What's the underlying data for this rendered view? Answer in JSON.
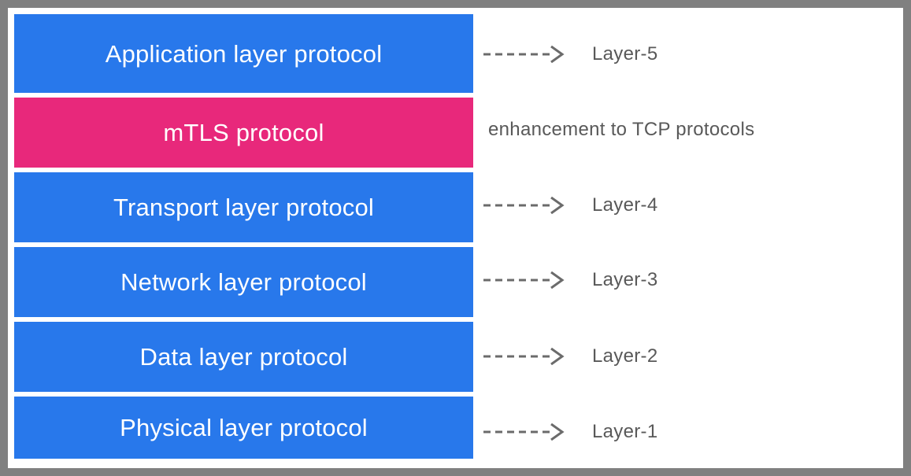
{
  "diagram": {
    "title": "Protocol stack with mTLS enhancement",
    "frame_color": "#808080",
    "background_color": "#ffffff",
    "layer_color": "#2878eb",
    "accent_color": "#e8287b",
    "annotation_color": "#595959",
    "layer_text_color": "#ffffff"
  },
  "stack": {
    "layers": [
      {
        "label": "Application layer protocol",
        "color": "#2878eb",
        "accent": false
      },
      {
        "label": "mTLS protocol",
        "color": "#e8287b",
        "accent": true
      },
      {
        "label": "Transport layer protocol",
        "color": "#2878eb",
        "accent": false
      },
      {
        "label": "Network layer protocol",
        "color": "#2878eb",
        "accent": false
      },
      {
        "label": "Data layer protocol",
        "color": "#2878eb",
        "accent": false
      },
      {
        "label": "Physical layer protocol",
        "color": "#2878eb",
        "accent": false
      }
    ]
  },
  "annotations": {
    "items": [
      {
        "label": "Layer-5",
        "icon": "dashed-arrow-right-icon",
        "has_arrow": true
      },
      {
        "label": "enhancement to TCP protocols",
        "icon": "",
        "has_arrow": false
      },
      {
        "label": "Layer-4",
        "icon": "dashed-arrow-right-icon",
        "has_arrow": true
      },
      {
        "label": "Layer-3",
        "icon": "dashed-arrow-right-icon",
        "has_arrow": true
      },
      {
        "label": "Layer-2",
        "icon": "dashed-arrow-right-icon",
        "has_arrow": true
      },
      {
        "label": "Layer-1",
        "icon": "dashed-arrow-right-icon",
        "has_arrow": true
      }
    ]
  }
}
